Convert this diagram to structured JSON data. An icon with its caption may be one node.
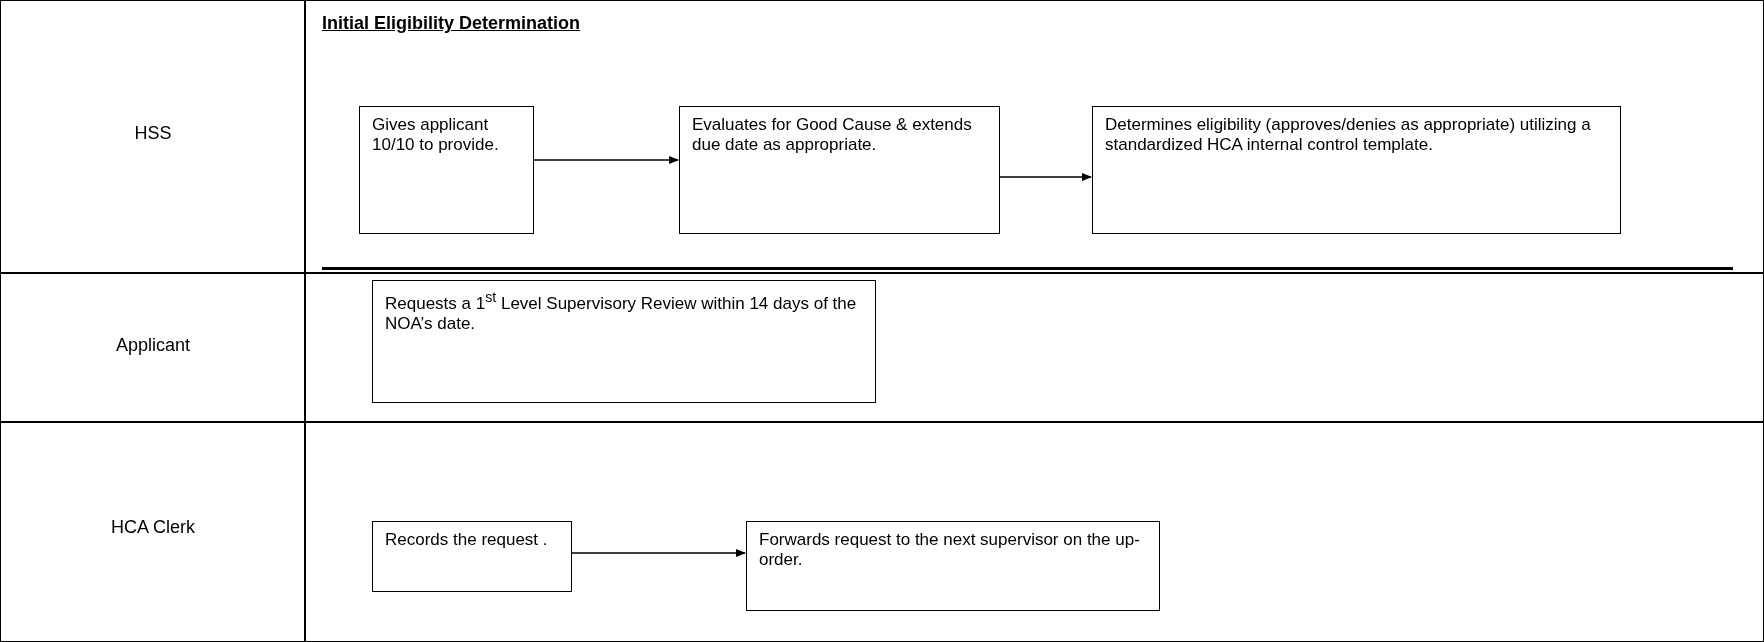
{
  "diagram": {
    "nodes": [
      {
        "text": [
          "HSS",
          "Initial Eligibility Determination"
        ]
      },
      {
        "text": [
          "Gives applicant 10/10 to provide."
        ],
        "in": 0
      },
      {
        "text": [
          "Evaluates for Good Cause & extends due date as appropriate."
        ],
        "in": 0
      },
      {
        "text": [
          "Determines eligibility (approves/denies as appropriate) utilizing a standardized HCA internal control template."
        ],
        "in": 0
      },
      {
        "text": [
          "Applicant"
        ]
      },
      {
        "text": [
          "Requests a 1$^{st}$ Level Supervisory Review within 14 days of the NOA’s date."
        ],
        "in": 4
      },
      {
        "text": [
          "HCA Clerk"
        ]
      },
      {
        "text": [
          "Records the request ."
        ],
        "in": 6
      },
      {
        "text": [
          "Forwards request to the next supervisor on the up-order."
        ],
        "in": 6
      }
    ],
    "edges": [
      {
        "from": 1,
        "to": 2,
        "arrow": "to"
      },
      {
        "from": 2,
        "to": 3,
        "arrow": "to"
      },
      {
        "from": 7,
        "to": 8,
        "arrow": "to"
      }
    ]
  }
}
